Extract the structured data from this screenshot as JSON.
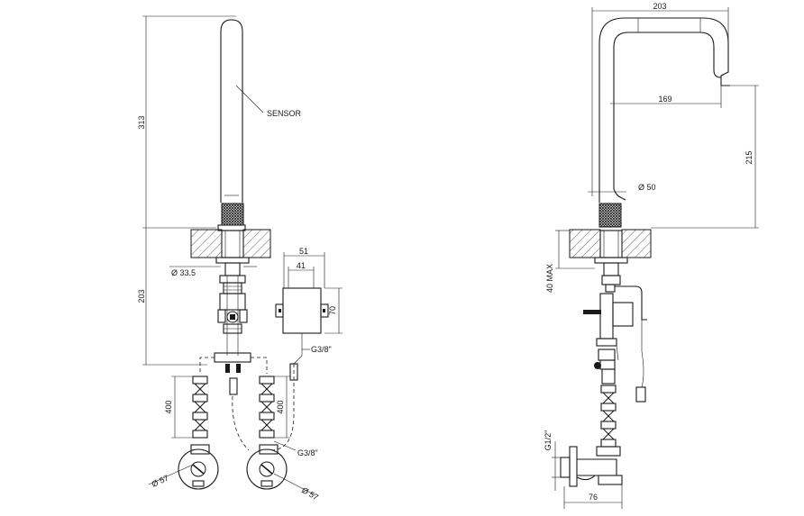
{
  "labels": {
    "sensor": "SENSOR",
    "dim_313": "313",
    "dim_203_front": "203",
    "dim_dia_33_5": "Ø 33.5",
    "dim_51": "51",
    "dim_41": "41",
    "dim_70": "70",
    "thread_g38_top": "G3/8\"",
    "thread_g38_bottom": "G3/8\"",
    "dim_400_left": "400",
    "dim_400_right": "400",
    "dim_dia_57_left": "Ø 57",
    "dim_dia_57_right": "Ø 57",
    "dim_203_side_top": "203",
    "dim_169": "169",
    "dim_215": "215",
    "dim_dia_50": "Ø 50",
    "dim_40_max": "40 MAX",
    "thread_g12": "G1/2\"",
    "dim_76": "76"
  }
}
